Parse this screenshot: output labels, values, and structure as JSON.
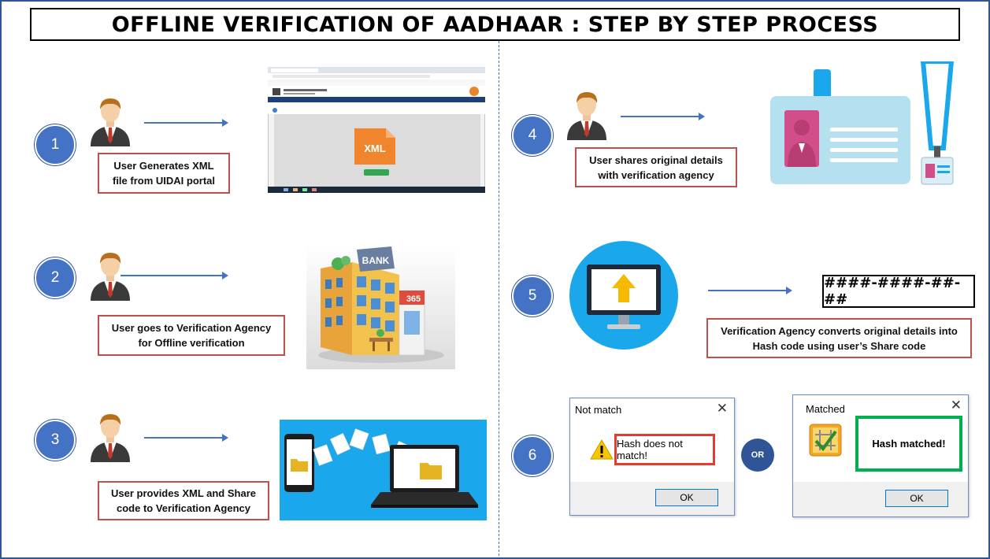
{
  "title": "OFFLINE VERIFICATION OF AADHAAR : STEP BY STEP PROCESS",
  "colors": {
    "accent": "#4472c4",
    "caption_border": "#c0504d",
    "match_border": "#00b050",
    "nomatch_border": "#e03c31"
  },
  "steps": [
    {
      "number": "1",
      "caption_line1": "User Generates XML",
      "caption_line2": "file from UIDAI portal",
      "icon": "uidai-portal-screenshot",
      "file_label": "XML"
    },
    {
      "number": "2",
      "caption_line1": "User goes to Verification Agency",
      "caption_line2": "for Offline verification",
      "icon": "bank-building-icon",
      "bank_label": "BANK",
      "store_label": "365"
    },
    {
      "number": "3",
      "caption_line1": "User provides XML and Share",
      "caption_line2": "code to Verification Agency",
      "icon": "file-transfer-illustration"
    },
    {
      "number": "4",
      "caption_line1": "User shares original details",
      "caption_line2": "with verification agency",
      "icon": "id-card-icon"
    },
    {
      "number": "5",
      "caption_line1": "Verification Agency converts original details into",
      "caption_line2": "Hash code using user’s Share code",
      "icon": "monitor-upload-icon",
      "hash": "####-####-##-##"
    },
    {
      "number": "6",
      "icon": "result-dialogs"
    }
  ],
  "dialogs": {
    "not_match": {
      "title": "Not match",
      "close": "✕",
      "message": "Hash does not match!",
      "ok": "OK"
    },
    "matched": {
      "title": "Matched",
      "close": "✕",
      "message": "Hash matched!",
      "ok": "OK"
    },
    "or_label": "OR"
  }
}
